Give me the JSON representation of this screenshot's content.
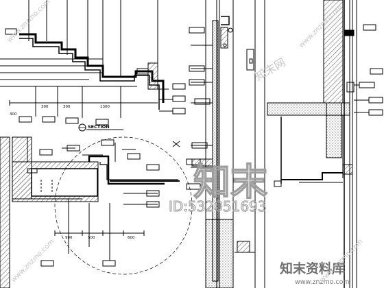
{
  "drawing": {
    "section_title": "SECTION",
    "dims_left": [
      "300",
      "300",
      "300",
      "1300"
    ],
    "dims_bottom": [
      "900",
      "500",
      "600"
    ]
  },
  "watermark": {
    "logo_text": "知末",
    "id_label": "ID:532051693",
    "brand_cn": "知末资料库",
    "brand_url": "www.znzmo.com",
    "diag_url": "www.znzmo.com",
    "corner_cn": "知末网"
  },
  "colors": {
    "line": "#000000",
    "hatch": "#444444",
    "watermark": "#bdbdbd"
  }
}
